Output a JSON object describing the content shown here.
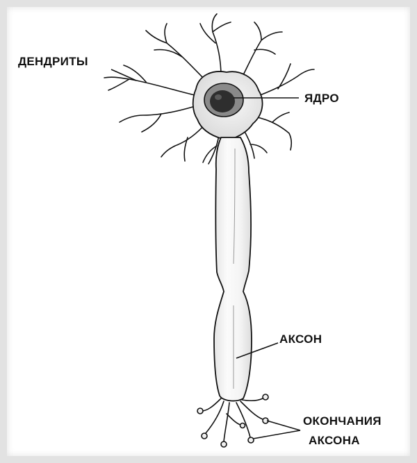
{
  "diagram": {
    "labels": {
      "dendrites": "ДЕНДРИТЫ",
      "nucleus": "ЯДРО",
      "axon": "АКСОН",
      "axon_terminals_line1": "ОКОНЧАНИЯ",
      "axon_terminals_line2": "АКСОНА"
    },
    "colors": {
      "ink": "#111111",
      "cell_fill": "#ececec",
      "axon_fill": "#f2f2f2",
      "nucleus_fill": "#2e2e2e",
      "frame": "#e2e2e2"
    }
  }
}
